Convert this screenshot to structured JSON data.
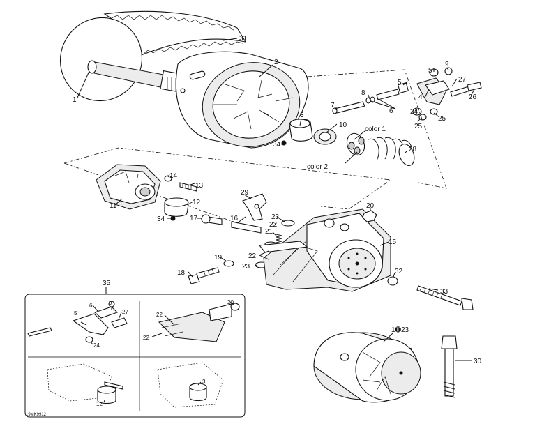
{
  "diagram": {
    "drawing_code": "19MK9912",
    "kit_number": "35",
    "color_labels": [
      "color 1",
      "color 2"
    ],
    "callouts": {
      "c1": "1",
      "c2": "2",
      "c3": "3",
      "c4": "4",
      "c5a": "5",
      "c5b": "5",
      "c6": "6",
      "c7": "7",
      "c8": "8",
      "c9": "9",
      "c10": "10",
      "c11": "11",
      "c12": "12",
      "c13": "13",
      "c14": "14",
      "c15": "15",
      "c16": "16",
      "c17": "17",
      "c18": "18",
      "c19": "19",
      "c20": "20",
      "c21": "21",
      "c22a": "22",
      "c22b": "22",
      "c23a": "23",
      "c23b": "23",
      "c24": "24",
      "c25a": "25",
      "c25b": "25",
      "c26": "26",
      "c27": "27",
      "c28": "28",
      "c29": "29",
      "c30": "30",
      "c31": "31",
      "c32": "32",
      "c33": "33",
      "c34a": "34",
      "c34b": "34",
      "c1to23": "1➓23"
    },
    "kit_callouts": {
      "k5": "5",
      "k9": "9",
      "k6": "6",
      "k27": "27",
      "k24": "24",
      "k22a": "22",
      "k22b": "22",
      "k20": "20",
      "k12": "12",
      "k3": "3"
    }
  }
}
